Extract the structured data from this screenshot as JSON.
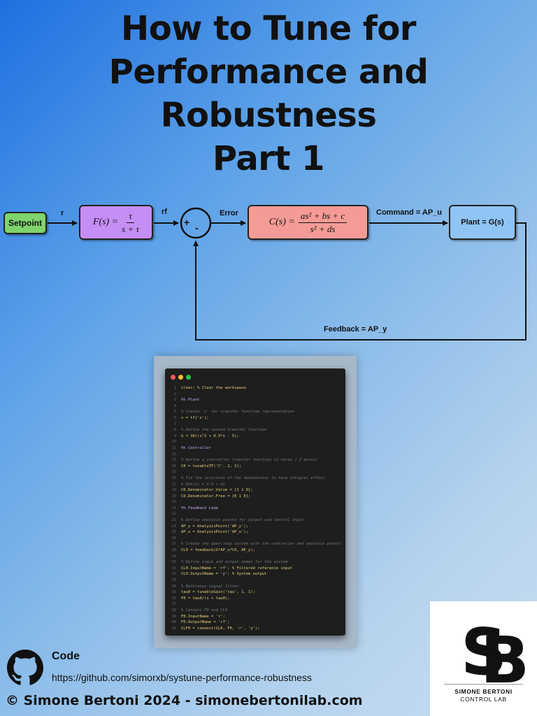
{
  "title": {
    "line1": "How to Tune for",
    "line2": "Performance and",
    "line3": "Robustness",
    "line4": "Part 1"
  },
  "diagram": {
    "setpoint": "Setpoint",
    "signal_r": "r",
    "signal_rf": "rf",
    "signal_error": "Error",
    "signal_command": "Command = AP_u",
    "plant": "Plant = G(s)",
    "feedback": "Feedback = AP_y",
    "sum_plus": "+",
    "sum_minus": "-",
    "filter": {
      "lhs": "F(s) =",
      "num": "τ",
      "den": "s + τ"
    },
    "controller": {
      "lhs": "C(s) =",
      "num": "as² + bs + c",
      "den": "s² + ds"
    },
    "colors": {
      "setpoint": "#7ed36b",
      "filter": "#c58ef5",
      "controller": "#f59b96",
      "plant": "#8fc4f5"
    }
  },
  "code": {
    "window_dots": [
      "#ff5f57",
      "#febc2e",
      "#28c840"
    ],
    "lines": [
      {
        "n": "1",
        "kind": "k",
        "text": "clear; % Clear the workspace"
      },
      {
        "n": "2",
        "kind": "t",
        "text": ""
      },
      {
        "n": "3",
        "kind": "s",
        "text": "%% Plant"
      },
      {
        "n": "4",
        "kind": "t",
        "text": ""
      },
      {
        "n": "5",
        "kind": "c",
        "text": "% Create 's' for transfer function representation"
      },
      {
        "n": "6",
        "kind": "k",
        "text": "s = tf('s');"
      },
      {
        "n": "7",
        "kind": "t",
        "text": ""
      },
      {
        "n": "8",
        "kind": "c",
        "text": "% Define the system transfer function"
      },
      {
        "n": "9",
        "kind": "k",
        "text": "G = 30/(s^2 + 0.5*s - 5);"
      },
      {
        "n": "10",
        "kind": "t",
        "text": ""
      },
      {
        "n": "11",
        "kind": "s",
        "text": "%% Controller"
      },
      {
        "n": "12",
        "kind": "t",
        "text": ""
      },
      {
        "n": "13",
        "kind": "c",
        "text": "% Define a controller transfer function (2 zeros / 2 poles)"
      },
      {
        "n": "14",
        "kind": "k",
        "text": "C0 = tunableTF('C', 2, 2);"
      },
      {
        "n": "15",
        "kind": "t",
        "text": ""
      },
      {
        "n": "16",
        "kind": "c",
        "text": "% Fix the structure of the denominator to have integral effect:"
      },
      {
        "n": "17",
        "kind": "c",
        "text": "% Den(s) = s^2 + ds"
      },
      {
        "n": "18",
        "kind": "k",
        "text": "C0.Denominator.Value = [1 1 0];"
      },
      {
        "n": "19",
        "kind": "k",
        "text": "C0.Denominator.Free = [0 1 0];"
      },
      {
        "n": "20",
        "kind": "t",
        "text": ""
      },
      {
        "n": "21",
        "kind": "s",
        "text": "%% Feedback Loop"
      },
      {
        "n": "22",
        "kind": "t",
        "text": ""
      },
      {
        "n": "23",
        "kind": "c",
        "text": "% Define analysis points for output and control input"
      },
      {
        "n": "24",
        "kind": "k",
        "text": "AP_y = AnalysisPoint('AP_y');"
      },
      {
        "n": "25",
        "kind": "k",
        "text": "AP_u = AnalysisPoint('AP_u');"
      },
      {
        "n": "26",
        "kind": "t",
        "text": ""
      },
      {
        "n": "27",
        "kind": "c",
        "text": "% Create the open-loop system with the controller and analysis points"
      },
      {
        "n": "28",
        "kind": "k",
        "text": "CL0 = feedback(G*AP_u*C0, AP_y);"
      },
      {
        "n": "29",
        "kind": "t",
        "text": ""
      },
      {
        "n": "30",
        "kind": "c",
        "text": "% Define input and output names for the system"
      },
      {
        "n": "31",
        "kind": "k",
        "text": "CL0.InputName = 'rf'; % Filtered reference input"
      },
      {
        "n": "32",
        "kind": "k",
        "text": "CL0.OutputName = 'y'; % System output"
      },
      {
        "n": "33",
        "kind": "t",
        "text": ""
      },
      {
        "n": "34",
        "kind": "c",
        "text": "% Reference signal filter"
      },
      {
        "n": "35",
        "kind": "k",
        "text": "tau0 = tunableGain('tau', 1, 1);"
      },
      {
        "n": "36",
        "kind": "k",
        "text": "F0 = tau0/(s + tau0);"
      },
      {
        "n": "37",
        "kind": "t",
        "text": ""
      },
      {
        "n": "38",
        "kind": "c",
        "text": "% Connect F0 and CL0"
      },
      {
        "n": "39",
        "kind": "k",
        "text": "F0.InputName = 'r';"
      },
      {
        "n": "40",
        "kind": "k",
        "text": "F0.OutputName = 'rf';"
      },
      {
        "n": "41",
        "kind": "k",
        "text": "CLF0 = connect(CL0, F0, 'r', 'y');"
      }
    ]
  },
  "footer": {
    "code_label": "Code",
    "code_url": "https://github.com/simorxb/systune-performance-robustness",
    "copyright": "© Simone Bertoni 2024 - simonebertonilab.com"
  },
  "logo": {
    "monogram": "SB",
    "line1": "SIMONE BERTONI",
    "line2": "CONTROL LAB"
  }
}
